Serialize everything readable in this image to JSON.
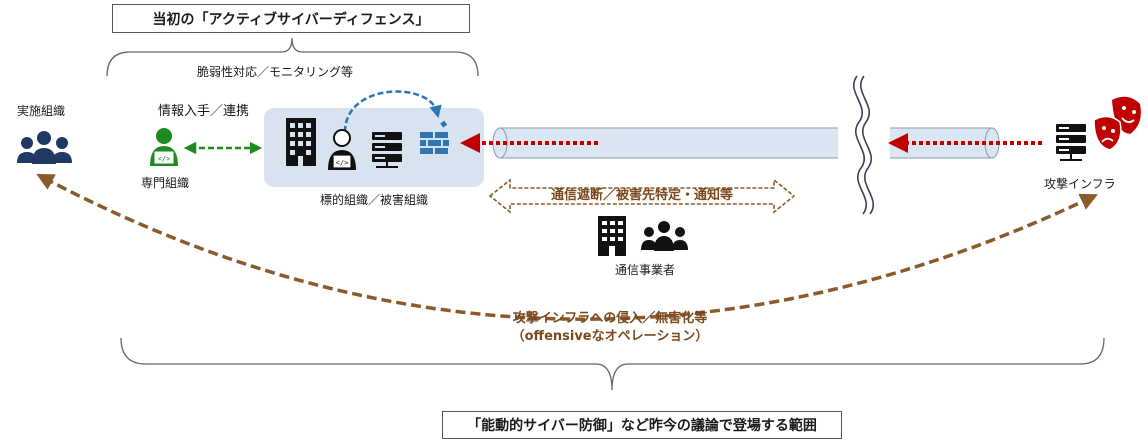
{
  "top_box": {
    "label": "当初の「アクティブサイバーディフェンス」"
  },
  "bottom_box": {
    "label": "「能動的サイバー防御」など昨今の議論で登場する範囲"
  },
  "labels": {
    "vuln_monitoring": "脆弱性対応／モニタリング等",
    "info_sharing": "情報入手／連携",
    "implementer": "実施組織",
    "expert": "専門組織",
    "target": "標的組織／被害組織",
    "comm_block": "通信遮断／被害先特定・通知等",
    "carrier": "通信事業者",
    "attack_infra": "攻撃インフラ",
    "infiltration_line1": "攻撃インフラへの侵入／無害化等",
    "infiltration_line2": "（offensiveなオペレーション）"
  },
  "colors": {
    "green": "#1f8a1f",
    "red": "#c00000",
    "blue": "#2e75b6",
    "brown": "#8b5a2b",
    "panel": "#d9e3f0",
    "pipe": "#dce6f2"
  },
  "icons": [
    "people-icon",
    "developer-icon",
    "building-icon",
    "person-laptop-icon",
    "server-icon",
    "firewall-icon",
    "theater-masks-icon"
  ]
}
